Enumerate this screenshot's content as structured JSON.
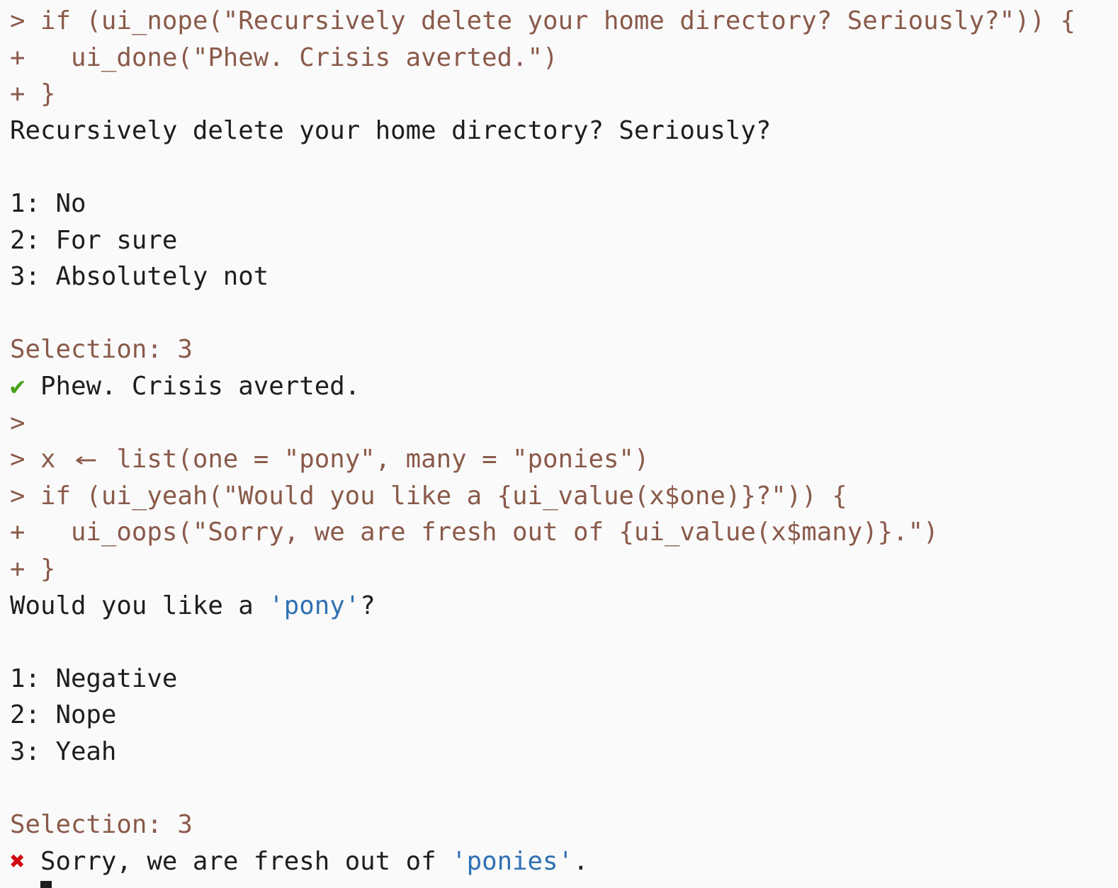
{
  "terminal": {
    "background": "#fafafa",
    "colors": {
      "input": "#8a5a4a",
      "output": "#1e1e1e",
      "success": "#4aa219",
      "error": "#d20a12",
      "value": "#3070b3"
    },
    "icons": {
      "success": "✔",
      "error": "✖",
      "assign_arrow": "←"
    },
    "lines": [
      {
        "segments": [
          {
            "t": "> if (ui_nope(\"Recursively delete your home directory? Seriously?\")) {",
            "c": "input"
          }
        ]
      },
      {
        "segments": [
          {
            "t": "+   ui_done(\"Phew. Crisis averted.\")",
            "c": "input"
          }
        ]
      },
      {
        "segments": [
          {
            "t": "+ }",
            "c": "input"
          }
        ]
      },
      {
        "segments": [
          {
            "t": "Recursively delete your home directory? Seriously?",
            "c": "output"
          }
        ]
      },
      {
        "segments": []
      },
      {
        "segments": [
          {
            "t": "1: No",
            "c": "output"
          }
        ]
      },
      {
        "segments": [
          {
            "t": "2: For sure",
            "c": "output"
          }
        ]
      },
      {
        "segments": [
          {
            "t": "3: Absolutely not",
            "c": "output"
          }
        ]
      },
      {
        "segments": []
      },
      {
        "segments": [
          {
            "t": "Selection: 3",
            "c": "input"
          }
        ]
      },
      {
        "segments": [
          {
            "t": "✔",
            "c": "success",
            "n": "check-icon"
          },
          {
            "t": " Phew. Crisis averted.",
            "c": "output"
          }
        ]
      },
      {
        "segments": [
          {
            "t": ">",
            "c": "input",
            "n": "prompt-chevron"
          }
        ]
      },
      {
        "segments": [
          {
            "t": "> x ",
            "c": "input"
          },
          {
            "t": "←",
            "c": "input",
            "n": "assign-arrow-icon",
            "lig": true
          },
          {
            "t": " list(one = \"pony\", many = \"ponies\")",
            "c": "input"
          }
        ]
      },
      {
        "segments": [
          {
            "t": "> if (ui_yeah(\"Would you like a {ui_value(x$one)}?\")) {",
            "c": "input"
          }
        ]
      },
      {
        "segments": [
          {
            "t": "+   ui_oops(\"Sorry, we are fresh out of {ui_value(x$many)}.\")",
            "c": "input"
          }
        ]
      },
      {
        "segments": [
          {
            "t": "+ }",
            "c": "input"
          }
        ]
      },
      {
        "segments": [
          {
            "t": "Would you like a ",
            "c": "output"
          },
          {
            "t": "'pony'",
            "c": "value",
            "n": "inline-value"
          },
          {
            "t": "?",
            "c": "output"
          }
        ]
      },
      {
        "segments": []
      },
      {
        "segments": [
          {
            "t": "1: Negative",
            "c": "output"
          }
        ]
      },
      {
        "segments": [
          {
            "t": "2: Nope",
            "c": "output"
          }
        ]
      },
      {
        "segments": [
          {
            "t": "3: Yeah",
            "c": "output"
          }
        ]
      },
      {
        "segments": []
      },
      {
        "segments": [
          {
            "t": "Selection: 3",
            "c": "input"
          }
        ]
      },
      {
        "segments": [
          {
            "t": "✖",
            "c": "error",
            "n": "cross-icon"
          },
          {
            "t": " Sorry, we are fresh out of ",
            "c": "output"
          },
          {
            "t": "'ponies'",
            "c": "value",
            "n": "inline-value"
          },
          {
            "t": ".",
            "c": "output"
          }
        ]
      },
      {
        "segments": [
          {
            "t": "> ",
            "c": "input"
          },
          {
            "cursor": true,
            "c": "output",
            "n": "cursor-block"
          }
        ]
      }
    ]
  }
}
